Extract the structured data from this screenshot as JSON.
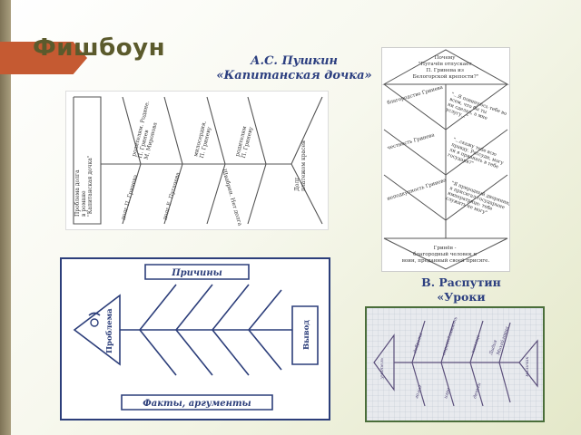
{
  "slide": {
    "title": "Фишбоун",
    "pushkin_caption": [
      "А.С. Пушкин",
      "«Капитанская дочка»"
    ],
    "rasputin_caption": [
      "В. Распутин",
      "«Уроки французского»"
    ]
  },
  "diagram1": {
    "head": [
      "Проблема долга",
      "в романе",
      "\"Капитанская дочка\""
    ],
    "tail": [
      "Долг",
      "платежом красен"
    ],
    "upper": [
      [
        "родителям. Родине.",
        "П. Гринев",
        "М. Миронова"
      ],
      [
        "милосердия,",
        "П. Гриневу"
      ],
      [
        "родителям",
        "П. Гриневу"
      ]
    ],
    "lower": [
      [
        "долг П. Гринева"
      ],
      [
        "долг Е. Пугачева"
      ],
      [
        "Швабрин. Нет долга"
      ]
    ]
  },
  "diagram2": {
    "top": [
      "Почему",
      "\"Пугачёв отпускает",
      "П. Гринева из",
      "Белогорской крепости?\""
    ],
    "rows": [
      {
        "left": "благородство Гринева",
        "right": [
          "\"...Я повинуюсь тебе во",
          "всем, что бы ты",
          "ни сделал, а мне",
          "услугу...\""
        ]
      },
      {
        "left": "честность Гринева",
        "right": [
          "\"...скажу тебе всю",
          "правду. Рассуди, могу",
          "ли я признать в тебе",
          "государя?\""
        ]
      },
      {
        "left": "неподкупность Гринева",
        "right": [
          "\"Я природный дворянин;",
          "я присягал государыне",
          "императрице: тебе",
          "служить не могу\""
        ]
      }
    ],
    "bottom": [
      "Гринёв -",
      "благородный человек и",
      "воин, преданный своей присяге."
    ]
  },
  "diagram3": {
    "top_label": "Причины",
    "bottom_label": "Факты, аргументы",
    "head_label": "Проблема",
    "tail_label": "Вывод"
  },
  "photo": {
    "labels": [
      "учитель",
      "доброта",
      "справедливость",
      "помощь",
      "Лидия",
      "Михайловна",
      "голод",
      "игра",
      "деньги",
      "мальчик"
    ]
  }
}
